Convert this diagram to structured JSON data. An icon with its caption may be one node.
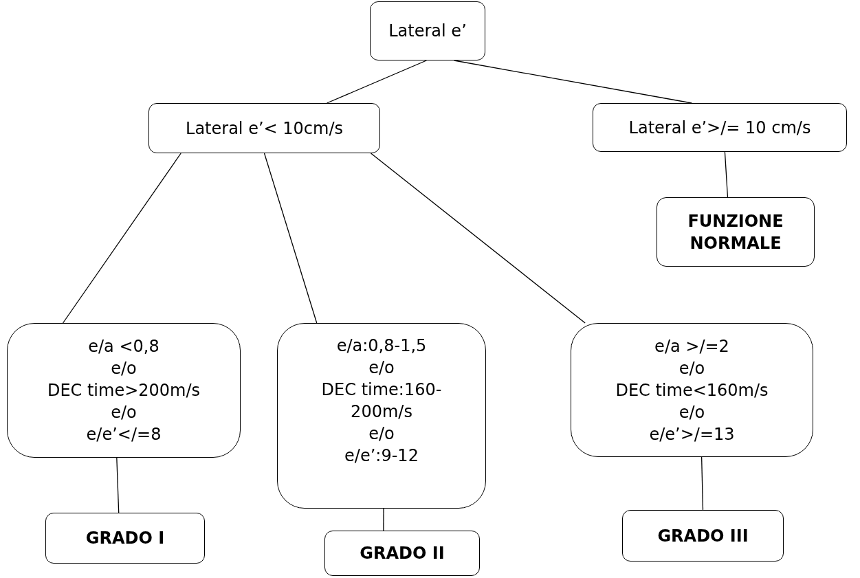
{
  "diagram": {
    "nodes": [
      {
        "text": [
          "Lateral e’"
        ]
      },
      {
        "text": [
          "Lateral e’< 10cm/s"
        ]
      },
      {
        "text": [
          "Lateral e’>/= 10 cm/s"
        ]
      },
      {
        "text": [
          "FUNZIONE NORMALE"
        ]
      },
      {
        "text": [
          "e/a <0,8",
          "e/o",
          "DEC time>200m/s",
          "e/o",
          "e/e’</=8"
        ]
      },
      {
        "text": [
          "e/a:0,8-1,5",
          "e/o",
          "DEC time:160-200m/s",
          "e/o",
          "e/e’:9-12"
        ]
      },
      {
        "text": [
          "e/a >/=2",
          "e/o",
          "DEC time<160m/s",
          "e/o",
          "e/e’>/=13"
        ]
      },
      {
        "text": [
          "GRADO I"
        ]
      },
      {
        "text": [
          "GRADO II"
        ]
      },
      {
        "text": [
          "GRADO III"
        ]
      }
    ],
    "edges": [
      {
        "from": 0,
        "to": 1,
        "arrow": "none"
      },
      {
        "from": 0,
        "to": 2,
        "arrow": "none"
      },
      {
        "from": 1,
        "to": 4,
        "arrow": "none"
      },
      {
        "from": 1,
        "to": 5,
        "arrow": "none"
      },
      {
        "from": 1,
        "to": 6,
        "arrow": "none"
      },
      {
        "from": 2,
        "to": 3,
        "arrow": "none"
      },
      {
        "from": 4,
        "to": 7,
        "arrow": "none"
      },
      {
        "from": 5,
        "to": 8,
        "arrow": "none"
      },
      {
        "from": 6,
        "to": 9,
        "arrow": "none"
      }
    ]
  }
}
